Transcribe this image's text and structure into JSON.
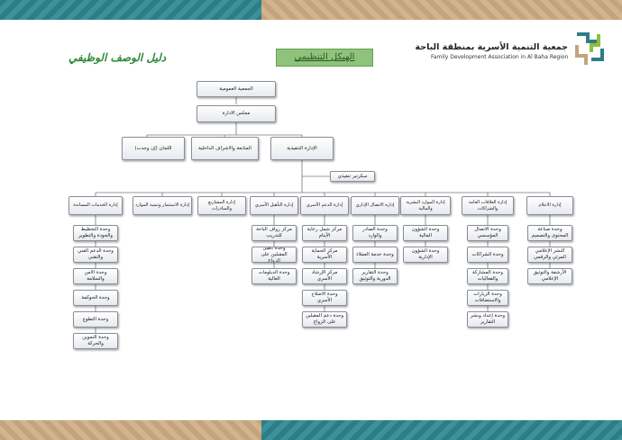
{
  "header": {
    "doc_title": "دليل الوصف الوظيفي",
    "section_title": "الهيكل التنظيمي",
    "org_name_ar": "جمعية التنمية الأسرية بمنطقة الباحة",
    "org_name_en": "Family Development Association in Al Baha Region"
  },
  "colors": {
    "teal": "#2d7d86",
    "tan": "#c4a47c",
    "green": "#2f8a3a",
    "highlight": "#8fc27a"
  },
  "org": {
    "general_assembly": "الجمعية العمومية",
    "board": "مجلس الادارة",
    "committees": "اللجان (إن وجدت)",
    "audit": "المتابعة والاشراف الداخلية",
    "executive": "الإدارة التنفيذية",
    "secretary": "سكرتير تنفيذي",
    "departments": [
      {
        "name": "إدارة الخدمات المساندة",
        "units": [
          "وحدة التخطيط والجودة والتطوير",
          "وحدة الدعم الفني والتقني",
          "وحدة الامن والسلامة",
          "وحدة الحوكمة",
          "وحدة التطوع",
          "وحدة التموين والحركة"
        ]
      },
      {
        "name": "إدارة الاستثمار وتنمية الموارد",
        "units": []
      },
      {
        "name": "إدارة المشاريع والمبادرات",
        "units": []
      },
      {
        "name": "إدارة التأهيل الأسري",
        "units": [
          "مركز زواف الباحة للتدريب",
          "وحدة تأهيل المقبلين على الزواج",
          "وحدة الدبلومات العالية"
        ]
      },
      {
        "name": "إدارة الدعم الأسري",
        "units": [
          "مركز شمل رعاية الأيتام",
          "مركز الحماية الأسرية",
          "مركز الإرشاد الأسري",
          "وحدة الاصلاح الأسري",
          "وحدة دعم المقبلين على الزواج"
        ]
      },
      {
        "name": "إدارة الاتصال الإداري",
        "units": [
          "وحدة الصادر والوارد",
          "وحدة خدمة العملاء",
          "وحدة التقارير الدورية والتوثيق"
        ]
      },
      {
        "name": "إدارة الموارد البشرية والمالية",
        "units": [
          "وحدة الشؤون المالية",
          "وحدة الشؤون الإدارية"
        ]
      },
      {
        "name": "إدارة العلاقات العامة والشراكات",
        "units": [
          "وحدة الاتصال المؤسسي",
          "وحدة الشراكات",
          "وحدة المشاركة والفعاليات",
          "وحدة الزيارات والاستضافات",
          "وحدة إعداد ونشر التقارير"
        ]
      },
      {
        "name": "إدارة الاعلام",
        "units": [
          "وحدة صناعة المحتوى والتصميم",
          "النشر الإعلامي المرئي والرقمي",
          "الأرشفة والتوثيق الإعلامي"
        ]
      }
    ]
  }
}
